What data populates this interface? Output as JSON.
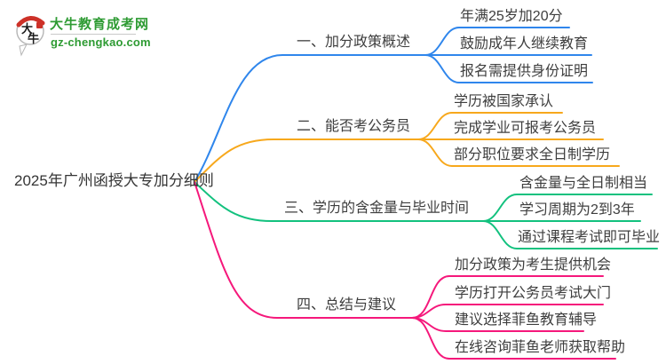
{
  "logo": {
    "icon_char_top": "大",
    "icon_char_bottom": "牛",
    "title": "大牛教育成考网",
    "domain": "gz-chengkao.com",
    "colors": {
      "green": "#2e9b33",
      "red": "#cd3128",
      "ink": "#1a1a1a"
    }
  },
  "central_topic": "2025年广州函授大专加分细则",
  "colors": {
    "text": "#3e3e3e",
    "background": "#ffffff"
  },
  "branches": [
    {
      "label": "一、加分政策概述",
      "color": "#2F86EC",
      "children": [
        "年满25岁加20分",
        "鼓励成年人继续教育",
        "报名需提供身份证明"
      ]
    },
    {
      "label": "二、能否考公务员",
      "color": "#F7A81C",
      "children": [
        "学历被国家承认",
        "完成学业可报考公务员",
        "部分职位要求全日制学历"
      ]
    },
    {
      "label": "三、学历的含金量与毕业时间",
      "color": "#12C17E",
      "children": [
        "含金量与全日制相当",
        "学习周期为2到3年",
        "通过课程考试即可毕业"
      ]
    },
    {
      "label": "四、总结与建议",
      "color": "#F5187B",
      "children": [
        "加分政策为考生提供机会",
        "学历打开公务员考试大门",
        "建议选择菲鱼教育辅导",
        "在线咨询菲鱼老师获取帮助"
      ]
    }
  ]
}
